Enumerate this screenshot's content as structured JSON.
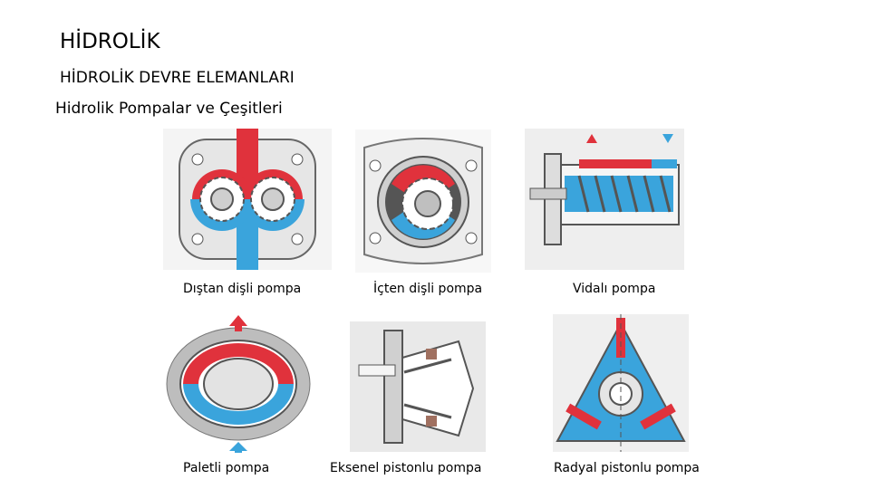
{
  "slide": {
    "title": "HİDROLİK",
    "subtitle": "HİDROLİK DEVRE ELEMANLARI",
    "heading": "Hidrolik Pompalar ve Çeşitleri"
  },
  "figures": [
    {
      "caption": "Dıştan dişli pompa"
    },
    {
      "caption": "İçten dişli pompa"
    },
    {
      "caption": "Vidalı pompa"
    },
    {
      "caption": "Paletli pompa"
    },
    {
      "caption": "Eksenel pistonlu pompa"
    },
    {
      "caption": "Radyal pistonlu pompa"
    }
  ],
  "colors": {
    "pressure": "#e0323c",
    "suction": "#3aa4dc",
    "housing": "#e6e6e6",
    "outline": "#555555"
  }
}
